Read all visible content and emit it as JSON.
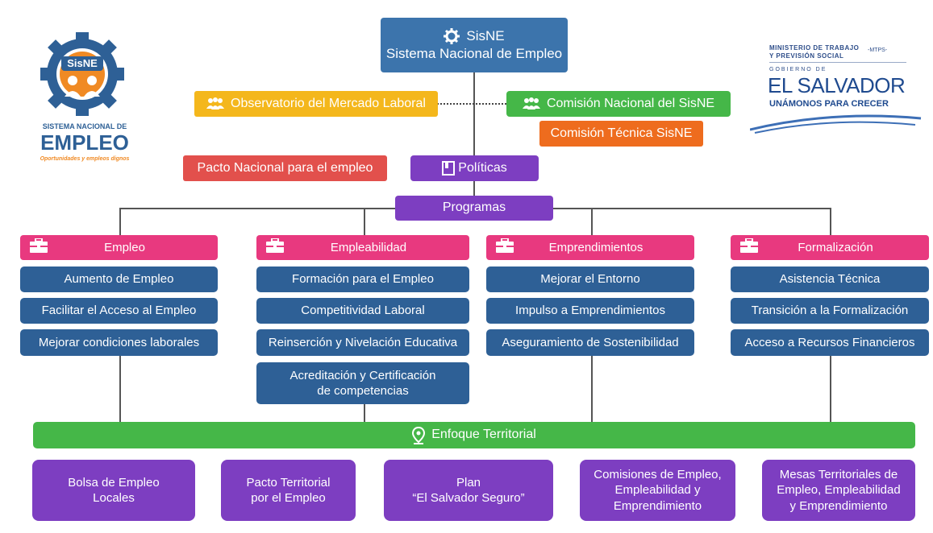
{
  "top": {
    "title": "SisNE",
    "subtitle": "Sistema Nacional de Empleo"
  },
  "observatorio": "Observatorio del Mercado Laboral",
  "comision_nacional": "Comisión Nacional del SisNE",
  "comision_tecnica": "Comisión Técnica SisNE",
  "pacto_nacional": "Pacto Nacional para el empleo",
  "politicas": "Políticas",
  "programas": "Programas",
  "columns": [
    {
      "title": "Empleo",
      "items": [
        "Aumento de Empleo",
        "Facilitar el Acceso al Empleo",
        "Mejorar condiciones laborales"
      ]
    },
    {
      "title": "Empleabilidad",
      "items": [
        "Formación para el Empleo",
        "Competitividad Laboral",
        "Reinserción y Nivelación Educativa",
        "Acreditación y Certificación",
        "de competencias"
      ]
    },
    {
      "title": "Emprendimientos",
      "items": [
        "Mejorar el Entorno",
        "Impulso a Emprendimientos",
        "Aseguramiento de Sostenibilidad"
      ]
    },
    {
      "title": "Formalización",
      "items": [
        "Asistencia Técnica",
        "Transición a la Formalización",
        "Acceso a Recursos Financieros"
      ]
    }
  ],
  "enfoque": "Enfoque Territorial",
  "bottom": [
    [
      "Bolsa de Empleo",
      "Locales"
    ],
    [
      "Pacto Territorial",
      "por el Empleo"
    ],
    [
      "Plan",
      "“El Salvador Seguro”"
    ],
    [
      "Comisiones de Empleo,",
      "Empleabilidad y",
      "Emprendimiento"
    ],
    [
      "Mesas Territoriales de",
      "Empleo, Empleabilidad",
      "y Emprendimiento"
    ]
  ],
  "logo_left": {
    "badge": "SisNE",
    "line1": "SISTEMA NACIONAL DE",
    "line2": "EMPLEO",
    "tagline": "Oportunidades y empleos dignos",
    "colors": {
      "blue": "#2e6096",
      "orange": "#f08a24"
    }
  },
  "logo_right": {
    "ministry1": "MINISTERIO DE TRABAJO",
    "ministry2": "Y PREVISIÓN SOCIAL",
    "mtps": "-MTPS-",
    "gobierno": "GOBIERNO DE",
    "country": "EL SALVADOR",
    "slogan": "UNÁMONOS PARA CRECER"
  },
  "icons": {
    "top": "gear-icon",
    "commission": "people-group-icon",
    "politicas": "document-icon",
    "column_header": "briefcase-icon",
    "enfoque": "location-pin-icon"
  },
  "colors": {
    "blue": "#2e6096",
    "pink": "#e8397f",
    "purple": "#7d3ec1",
    "green": "#45b748",
    "yellow": "#f4b71c",
    "orange": "#ee6c1e",
    "red": "#e2504c"
  }
}
